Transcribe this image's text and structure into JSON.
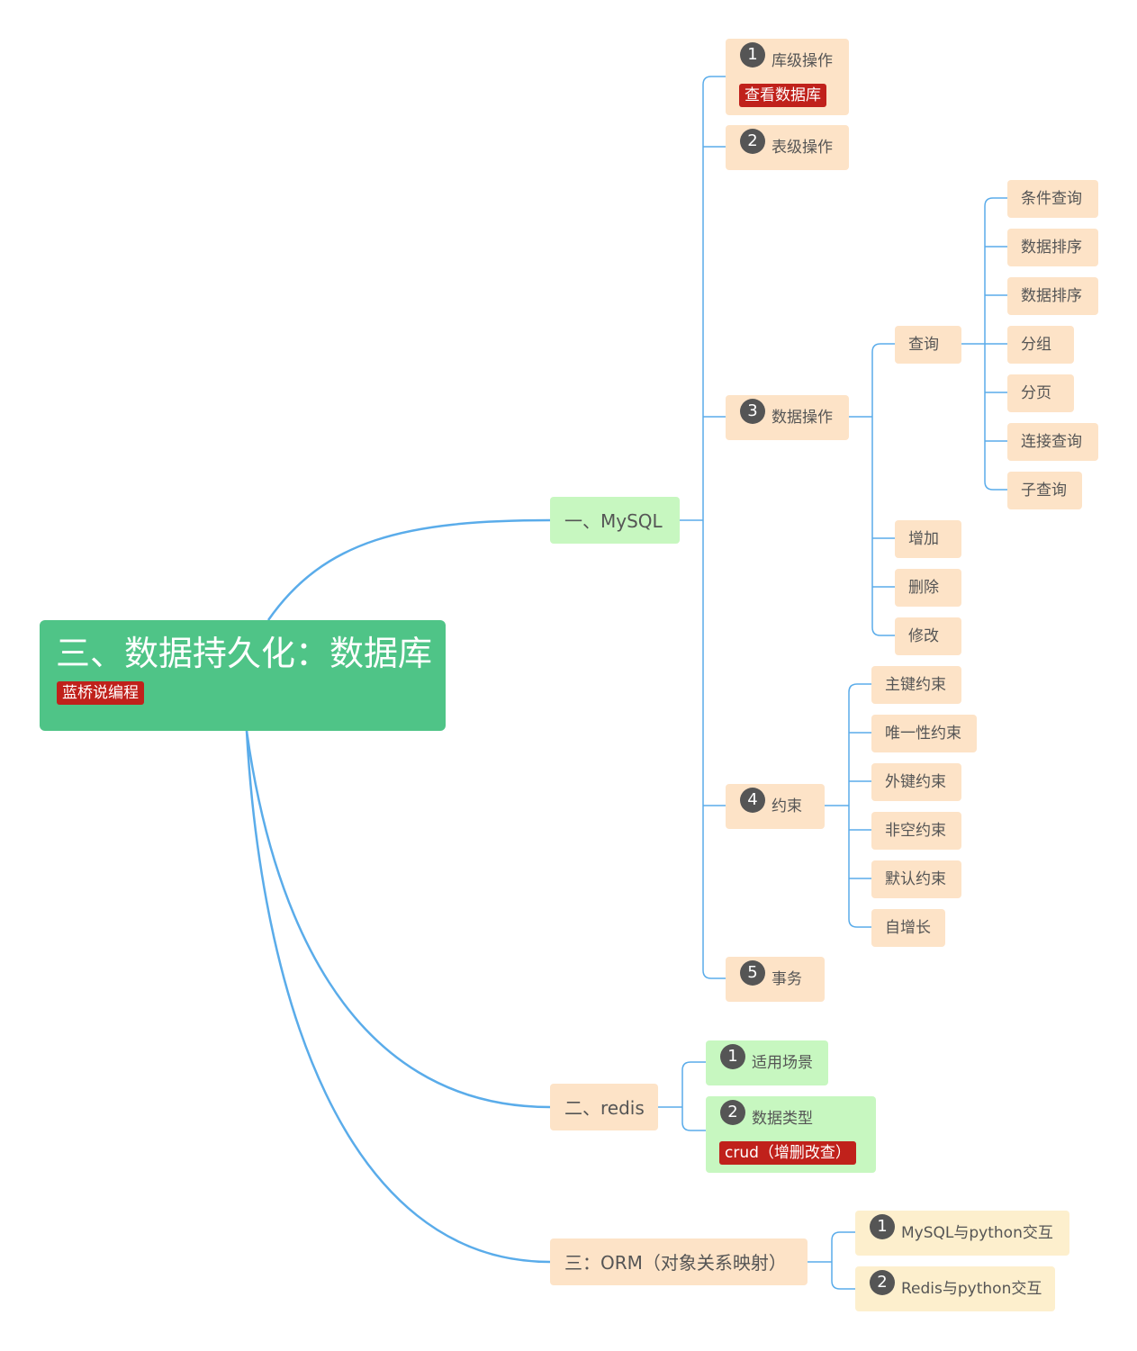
{
  "root": {
    "title": "三、数据持久化：数据库",
    "tag": "蓝桥说编程"
  },
  "mysql": {
    "label": "一、MySQL",
    "items": [
      {
        "num": "1",
        "label": "库级操作",
        "tag": "查看数据库"
      },
      {
        "num": "2",
        "label": "表级操作"
      },
      {
        "num": "3",
        "label": "数据操作"
      },
      {
        "num": "4",
        "label": "约束"
      },
      {
        "num": "5",
        "label": "事务"
      }
    ],
    "data_ops": [
      "查询",
      "增加",
      "删除",
      "修改"
    ],
    "query_items": [
      "条件查询",
      "数据排序",
      "数据排序",
      "分组",
      "分页",
      "连接查询",
      "子查询"
    ],
    "constraints": [
      "主键约束",
      "唯一性约束",
      "外键约束",
      "非空约束",
      "默认约束",
      "自增长"
    ]
  },
  "redis": {
    "label": "二、redis",
    "items": [
      {
        "num": "1",
        "label": "适用场景"
      },
      {
        "num": "2",
        "label": "数据类型",
        "tag": "crud（增删改查）"
      }
    ]
  },
  "orm": {
    "label": "三：ORM（对象关系映射）",
    "items": [
      {
        "num": "1",
        "label": "MySQL与python交互"
      },
      {
        "num": "2",
        "label": "Redis与python交互"
      }
    ]
  },
  "colors": {
    "connector": "#5aacea",
    "root": "#4fc487",
    "peach": "#fde3c7",
    "green": "#c7f7c0",
    "cream": "#fdefcd",
    "tag": "#c0211b"
  }
}
